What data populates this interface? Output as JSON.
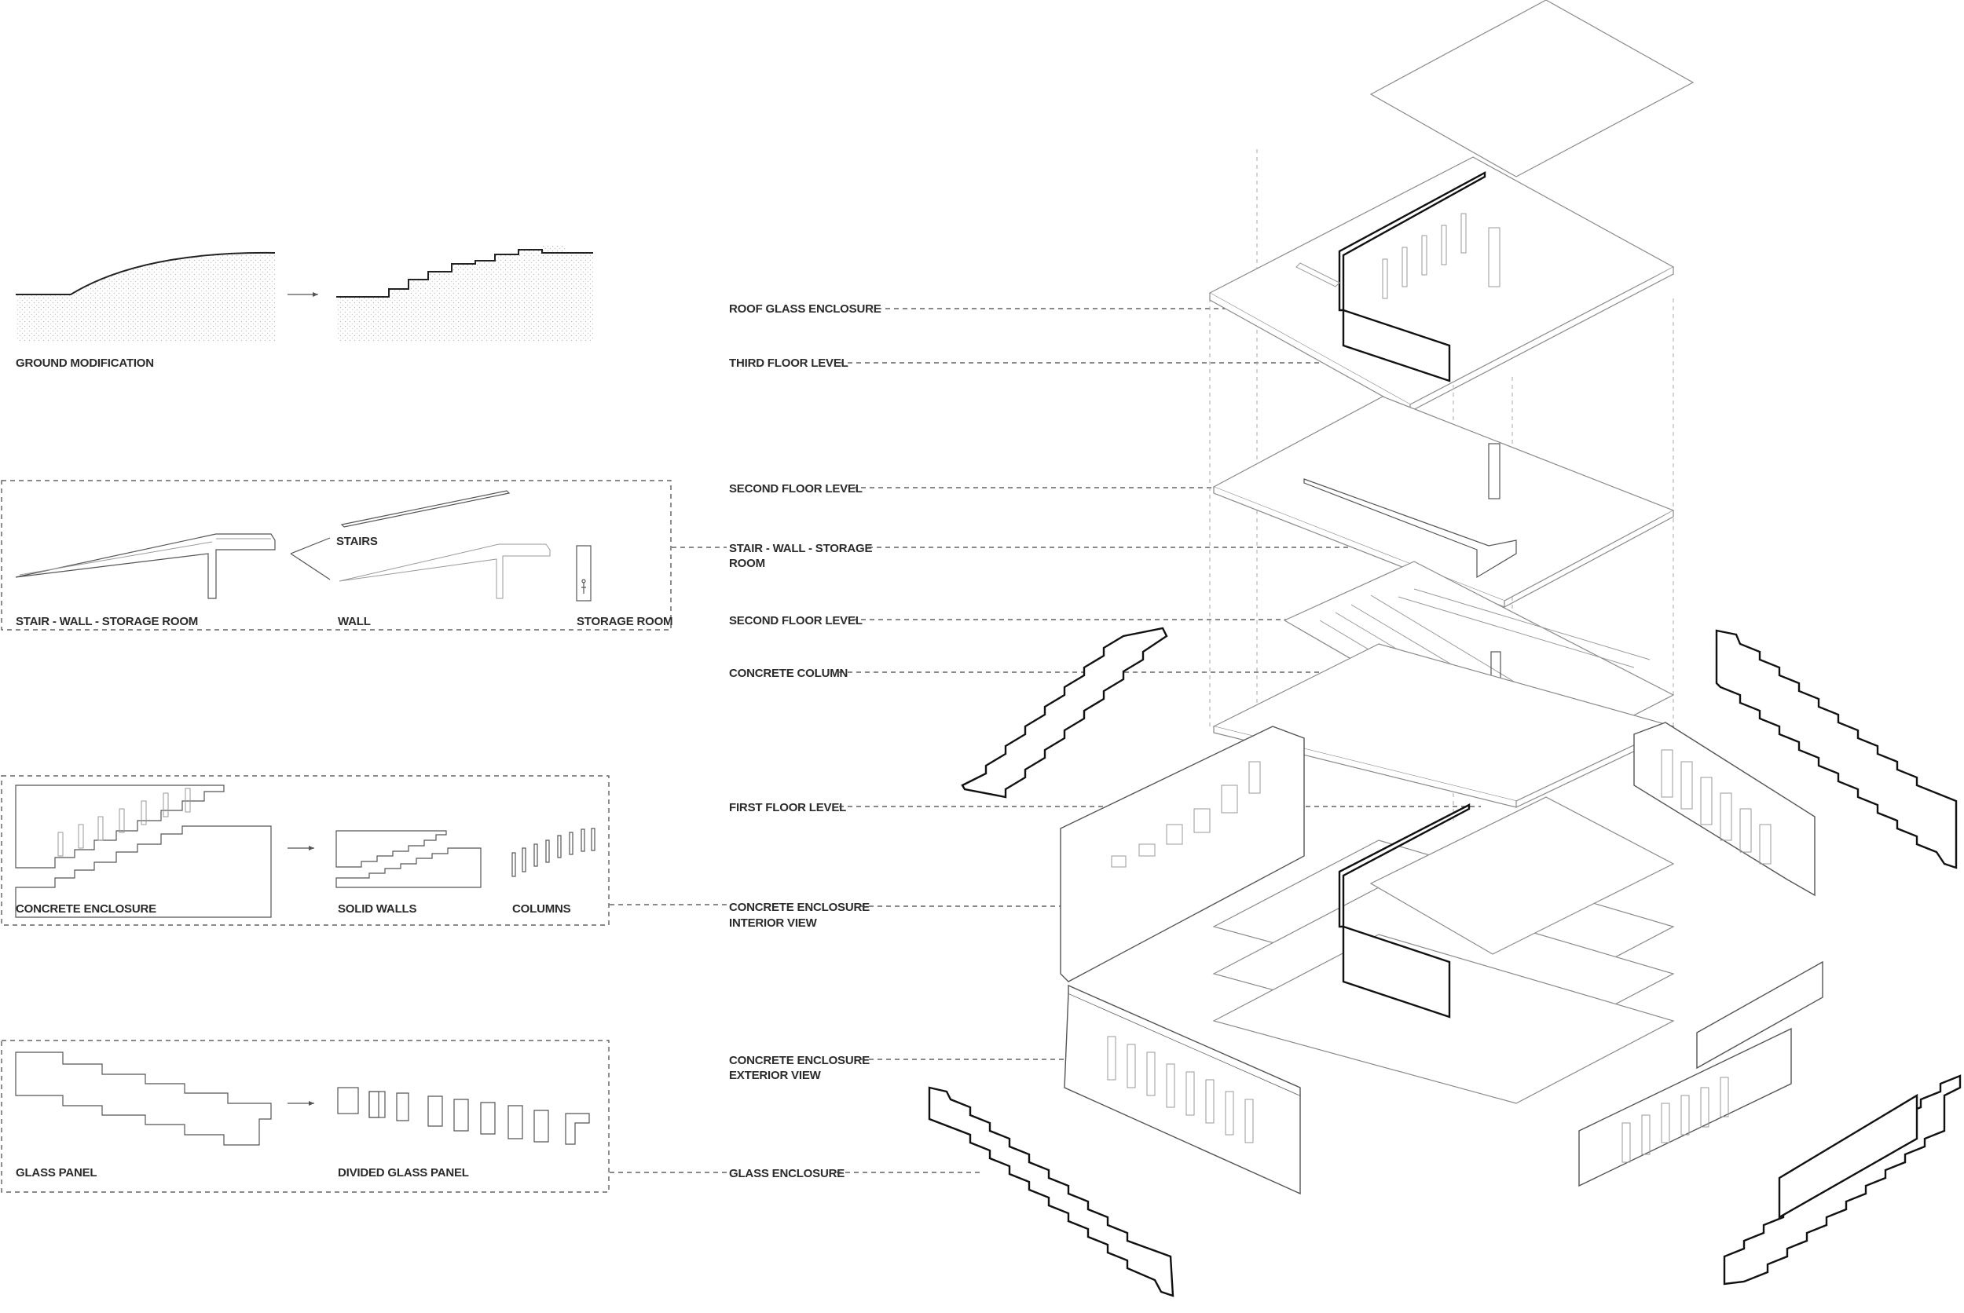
{
  "left_panels": {
    "ground": {
      "caption": "GROUND MODIFICATION"
    },
    "stair": {
      "caption_main": "STAIR - WALL - STORAGE ROOM",
      "caption_stairs": "STAIRS",
      "caption_wall": "WALL",
      "caption_storage": "STORAGE ROOM"
    },
    "concrete": {
      "caption_main": "CONCRETE ENCLOSURE",
      "caption_solid": "SOLID WALLS",
      "caption_columns": "COLUMNS"
    },
    "glass": {
      "caption_main": "GLASS PANEL",
      "caption_divided": "DIVIDED GLASS PANEL"
    }
  },
  "callouts": {
    "roof_glass": "ROOF GLASS ENCLOSURE",
    "third_floor": "THIRD FLOOR LEVEL",
    "second_floor_a": "SECOND FLOOR LEVEL",
    "stair_wall_1": "STAIR - WALL - STORAGE",
    "stair_wall_2": "ROOM",
    "second_floor_b": "SECOND FLOOR LEVEL",
    "concrete_column": "CONCRETE COLUMN",
    "first_floor": "FIRST FLOOR LEVEL",
    "concrete_interior_1": "CONCRETE ENCLOSURE",
    "concrete_interior_2": "INTERIOR VIEW",
    "concrete_exterior_1": "CONCRETE ENCLOSURE",
    "concrete_exterior_2": "EXTERIOR VIEW",
    "glass_enclosure": "GLASS ENCLOSURE"
  }
}
